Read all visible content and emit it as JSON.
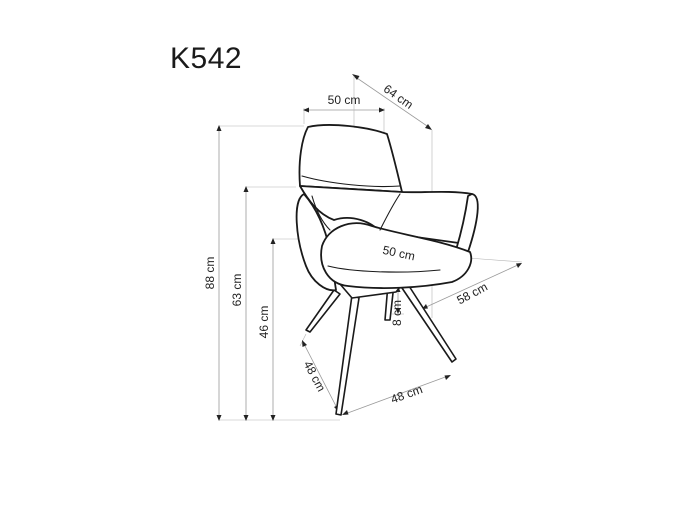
{
  "product": {
    "model": "K542"
  },
  "dimensions": {
    "total_height": "88 cm",
    "armrest_height": "63 cm",
    "seat_height": "46 cm",
    "back_width": "50 cm",
    "total_depth": "64 cm",
    "seat_width": "50 cm",
    "seat_depth": "58 cm",
    "seat_thickness": "8 cm",
    "base_depth": "48 cm",
    "base_width": "48 cm"
  }
}
